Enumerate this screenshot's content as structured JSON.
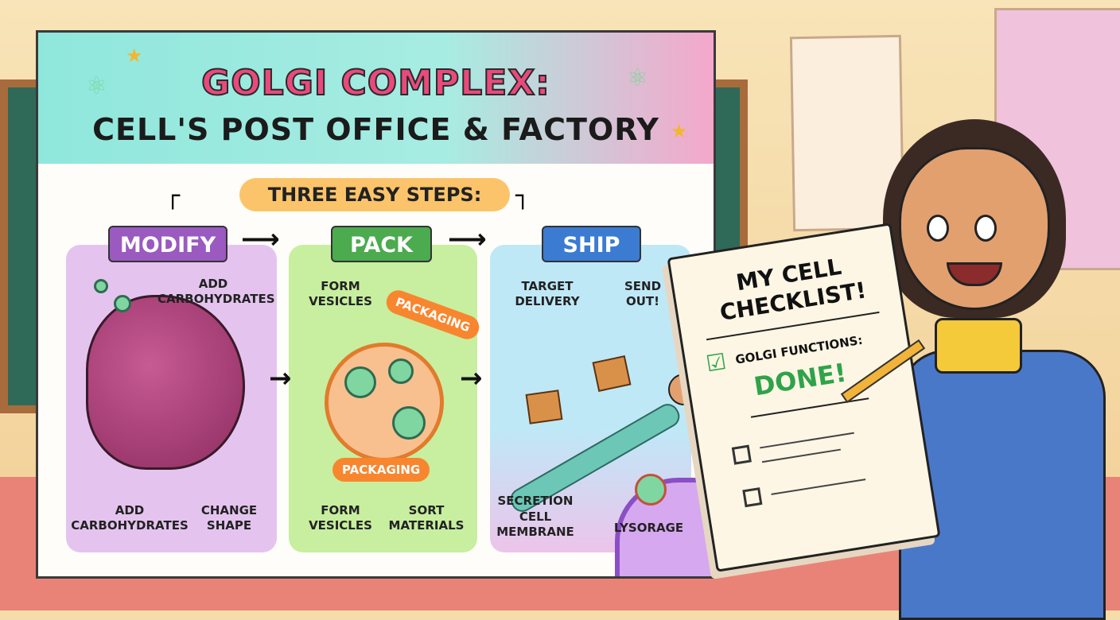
{
  "poster": {
    "title": "GOLGI COMPLEX:",
    "subtitle": "CELL'S POST OFFICE & FACTORY",
    "steps_heading": "THREE EASY STEPS:",
    "steps": [
      {
        "label": "MODIFY",
        "color": "#9a5ac0",
        "notes": [
          "ADD CARBOHYDRATES",
          "ADD CARBOHYDRATES",
          "CHANGE SHAPE"
        ]
      },
      {
        "label": "PACK",
        "color": "#4caa4f",
        "notes": [
          "FORM VESICLES",
          "PACKAGING",
          "PACKAGING",
          "FORM VESICLES",
          "SORT MATERIALS"
        ]
      },
      {
        "label": "SHIP",
        "color": "#3b7bd1",
        "notes": [
          "TARGET DELIVERY",
          "SEND OUT!",
          "SECRETION",
          "CELL MEMBRANE",
          "LYSORAGE"
        ]
      }
    ]
  },
  "checklist": {
    "title": "MY CELL CHECKLIST!",
    "item": "GOLGI FUNCTIONS:",
    "status": "DONE!",
    "status_color": "#2fa34a"
  },
  "icons": [
    "molecule-icon",
    "star-icon",
    "golgi-body",
    "vesicle",
    "winged-box-icon",
    "checkmark-icon",
    "checkbox-icon",
    "pencil-icon"
  ]
}
